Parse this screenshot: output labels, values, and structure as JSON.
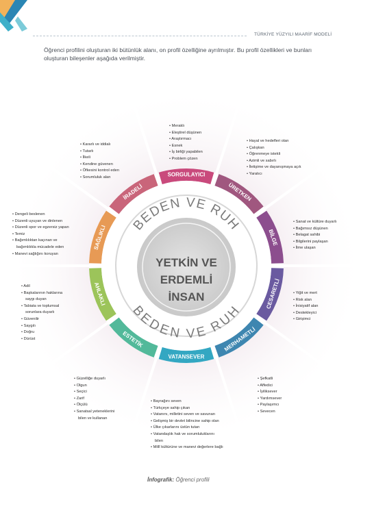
{
  "header": {
    "title": "TÜRKİYE YÜZYILI MAARİF MODELİ"
  },
  "intro": "Öğrenci profilini oluşturan iki bütünlük alanı, on profil özelliğine ayrılmıştır. Bu profil özellikleri ve bunları oluşturan bileşenler aşağıda verilmiştir.",
  "center": {
    "line1": "YETKİN VE",
    "line2": "ERDEMLİ",
    "line3": "İNSAN"
  },
  "arc_labels": {
    "top": "BEDEN VE RUH",
    "bottom": "BEDEN VE RUH"
  },
  "traits": [
    {
      "name": "SORGULAYICI",
      "color": "#c94a7c"
    },
    {
      "name": "ÜRETKEN",
      "color": "#a0577f"
    },
    {
      "name": "BİLGE",
      "color": "#8c4e8e"
    },
    {
      "name": "CESARETLİ",
      "color": "#6a5aa0"
    },
    {
      "name": "MERHAMETLİ",
      "color": "#3e86b0"
    },
    {
      "name": "VATANSEVER",
      "color": "#33a7c2"
    },
    {
      "name": "ESTETİK",
      "color": "#52b99a"
    },
    {
      "name": "AHLAKLI",
      "color": "#9cc45a"
    },
    {
      "name": "SAĞLIKLI",
      "color": "#e79a55"
    },
    {
      "name": "İRADELİ",
      "color": "#c9657a"
    }
  ],
  "lists": {
    "sorgulayici": [
      "Meraklı",
      "Eleştirel düşünen",
      "Araştırmacı",
      "Esnek",
      "İş birliği yapabilen",
      "Problem çözen"
    ],
    "uretken": [
      "Hayal ve hedefleri olan",
      "Çalışkan",
      "Öğrenmeye istekli",
      "Azimli ve sabırlı",
      "İletişime ve dayanışmaya açık",
      "Yaratıcı"
    ],
    "bilge": [
      "Sanat ve kültüre duyarlı",
      "Bağımsız düşünen",
      "Belagat sahibi",
      "Bilgilerini paylaşan",
      "İlme ulaşan"
    ],
    "cesaretli": [
      "Yiğit ve mert",
      "Risk alan",
      "İnisiyatif alan",
      "Destekleyici",
      "Girişimci"
    ],
    "merhametli": [
      "Şefkatli",
      "Affedici",
      "İyiliksever",
      "Yardımsever",
      "Paylaşımcı",
      "Sevecen"
    ],
    "vatansever": [
      "Bayrağını seven",
      "Türkçeye sahip çıkan",
      "Vatanını, milletini seven ve savunan",
      "Gelişmiş bir devlet bilincine sahip olan",
      "Ülke çıkarlarını üstün tutan",
      "Vatandaşlık hak ve sorumluluklarını",
      "bilen",
      "Millî kültürüne ve manevi değerlere bağlı"
    ],
    "estetik": [
      "Güzelliğe duyarlı",
      "Olgun",
      "Seçici",
      "Zarif",
      "Ölçülü",
      "Sanatsal yeteneklerini",
      "bilen ve kullanan"
    ],
    "ahlakli": [
      "Adil",
      "Başkalarının haklarına",
      "saygı duyan",
      "Tabiata ve toplumsal",
      "sorunlara duyarlı",
      "Güvenilir",
      "Saygılı",
      "Doğru",
      "Dürüst"
    ],
    "saglikli": [
      "Dengeli beslenen",
      "Düzenli uyuyan ve dinlenen",
      "Düzenli spor ve egzersiz yapan",
      "Temiz",
      "Bağımlılıktan kaçınan ve",
      "bağımlılıkla mücadele eden",
      "Manevi sağlığını koruyan"
    ],
    "iradeli": [
      "Kararlı ve iddialı",
      "Tutarlı",
      "İlkeli",
      "Kendine güvenen",
      "Öfkesini kontrol eden",
      "Sorumluluk alan"
    ]
  },
  "caption": {
    "label": "İnfografik:",
    "text": "Öğrenci profili"
  }
}
